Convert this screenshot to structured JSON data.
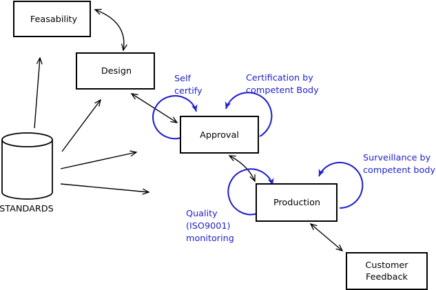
{
  "colors": {
    "background": "#ffffff",
    "line": "#000000",
    "annotation_blue": "#2121cc",
    "node_fill": "#ffffff"
  },
  "nodes": {
    "feasability": {
      "label": "Feasability",
      "shape": "rectangle"
    },
    "design": {
      "label": "Design",
      "shape": "rectangle"
    },
    "approval": {
      "label": "Approval",
      "shape": "rectangle"
    },
    "production": {
      "label": "Production",
      "shape": "rectangle"
    },
    "customer_feedback": {
      "lines": [
        "Customer",
        "Feedback"
      ],
      "shape": "rectangle"
    },
    "standards": {
      "label": "STANDARDS",
      "shape": "cylinder"
    }
  },
  "annotations": {
    "self_certify": {
      "lines": [
        "Self",
        "certify"
      ],
      "attached_to": "approval"
    },
    "certification": {
      "lines": [
        "Certification by",
        "competent Body"
      ],
      "attached_to": "approval"
    },
    "surveillance": {
      "lines": [
        "Surveillance by",
        "competent body"
      ],
      "attached_to": "production"
    },
    "quality_monitoring": {
      "lines": [
        "Quality",
        "(ISO9001)",
        "monitoring"
      ],
      "attached_to": "production"
    }
  },
  "edges": [
    {
      "from": "feasability",
      "to": "design",
      "bidirectional": true,
      "style": "curved-black"
    },
    {
      "from": "standards",
      "to": "feasability",
      "bidirectional": false,
      "style": "straight-black"
    },
    {
      "from": "standards",
      "to": "design",
      "bidirectional": false,
      "style": "straight-black"
    },
    {
      "from": "standards",
      "to": "approval",
      "bidirectional": false,
      "style": "straight-black"
    },
    {
      "from": "standards",
      "to": "production",
      "bidirectional": false,
      "style": "straight-black"
    },
    {
      "from": "design",
      "to": "approval",
      "bidirectional": true,
      "style": "straight-black"
    },
    {
      "from": "approval",
      "to": "production",
      "bidirectional": true,
      "style": "curved-black"
    },
    {
      "from": "production",
      "to": "customer_feedback",
      "bidirectional": true,
      "style": "straight-black"
    },
    {
      "from": "approval",
      "to": "approval",
      "label": "Self certify",
      "style": "blue-loop-left"
    },
    {
      "from": "approval",
      "to": "approval",
      "label": "Certification by competent Body",
      "style": "blue-loop-right"
    },
    {
      "from": "production",
      "to": "production",
      "label": "Quality (ISO9001) monitoring",
      "style": "blue-loop-left"
    },
    {
      "from": "production",
      "to": "production",
      "label": "Surveillance by competent body",
      "style": "blue-loop-right"
    }
  ]
}
